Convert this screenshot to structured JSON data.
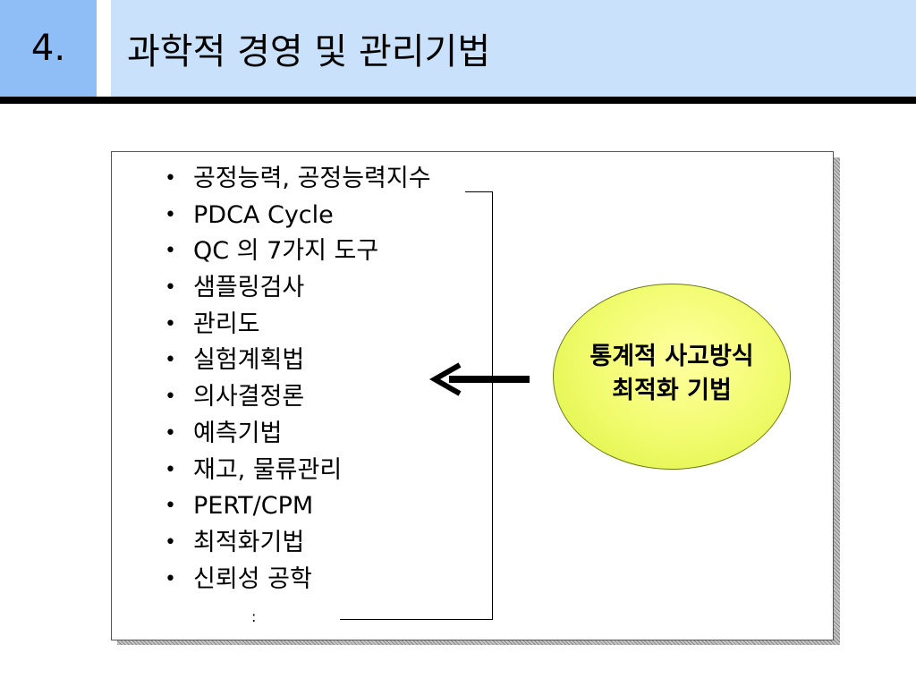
{
  "header": {
    "number": "4.",
    "title": "과학적 경영 및 관리기법"
  },
  "panel": {
    "bullet_symbol": "•",
    "items": [
      "공정능력, 공정능력지수",
      "PDCA Cycle",
      "QC 의 7가지 도구",
      "샘플링검사",
      "관리도",
      "실험계획법",
      "의사결정론",
      "예측기법",
      "재고, 물류관리",
      "PERT/CPM",
      "최적화기법",
      "신뢰성 공학"
    ],
    "continuation_mark": ":"
  },
  "callout": {
    "line1": "통계적 사고방식",
    "line2": "최적화 기법"
  },
  "colors": {
    "header_number_bg": "#8fbdf5",
    "header_title_bg": "#c9e1fb",
    "callout_fill": "#f0fb6a"
  }
}
